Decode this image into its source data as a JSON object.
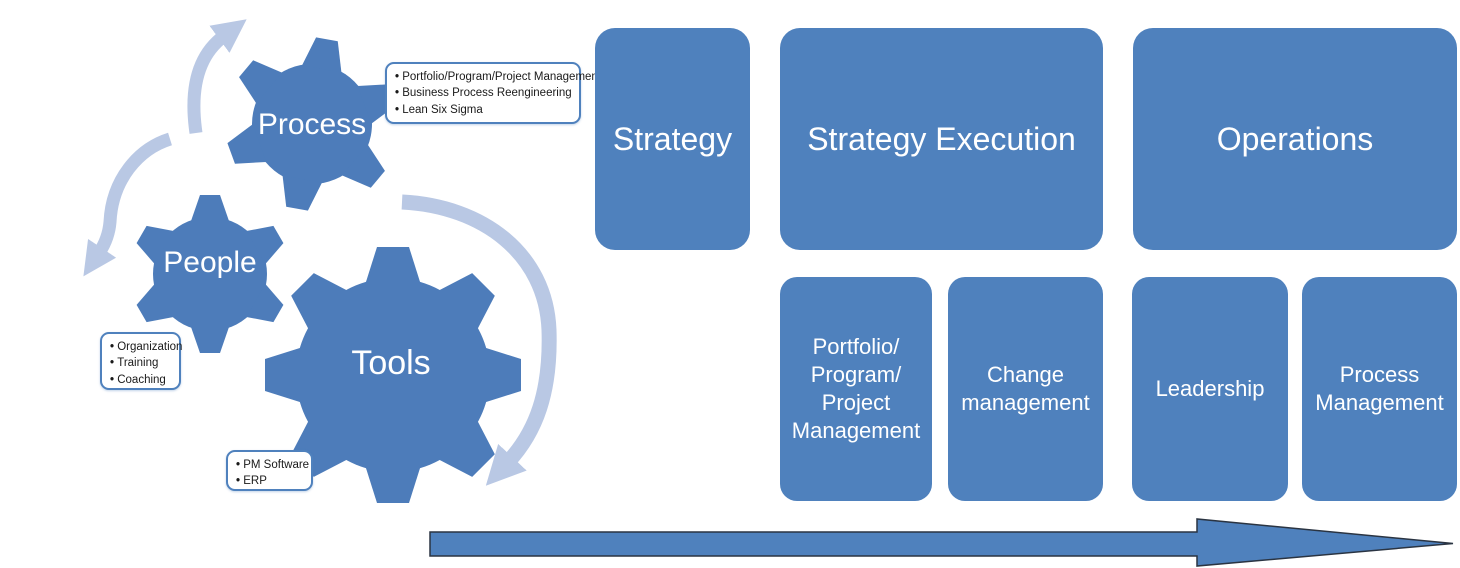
{
  "diagram": {
    "gears": [
      {
        "label": "Process"
      },
      {
        "label": "People"
      },
      {
        "label": "Tools"
      }
    ],
    "callouts": [
      {
        "for": "process",
        "items": [
          "Portfolio/Program/Project Management",
          "Business Process Reengineering",
          "Lean Six Sigma"
        ]
      },
      {
        "for": "people",
        "items": [
          "Organization",
          "Training",
          "Coaching"
        ]
      },
      {
        "for": "tools",
        "items": [
          "PM Software",
          "ERP"
        ]
      }
    ],
    "phases": [
      {
        "label": "Strategy"
      },
      {
        "label": "Strategy Execution"
      },
      {
        "label": "Operations"
      }
    ],
    "capabilities": [
      {
        "label": "Portfolio/\nProgram/\nProject\nManagement"
      },
      {
        "label": "Change\nmanagement"
      },
      {
        "label": "Leadership"
      },
      {
        "label": "Process\nManagement"
      }
    ],
    "colors": {
      "shape_blue": "#4f81bd",
      "gear_blue": "#4d7cba",
      "light_blue_arrow": "#b9c8e4",
      "timeline_arrow_fill": "#4f81bd",
      "timeline_arrow_outline": "#2a3442",
      "callout_border": "#4f81bd",
      "callout_text": "#1a1a1a",
      "text_white": "#ffffff"
    }
  }
}
